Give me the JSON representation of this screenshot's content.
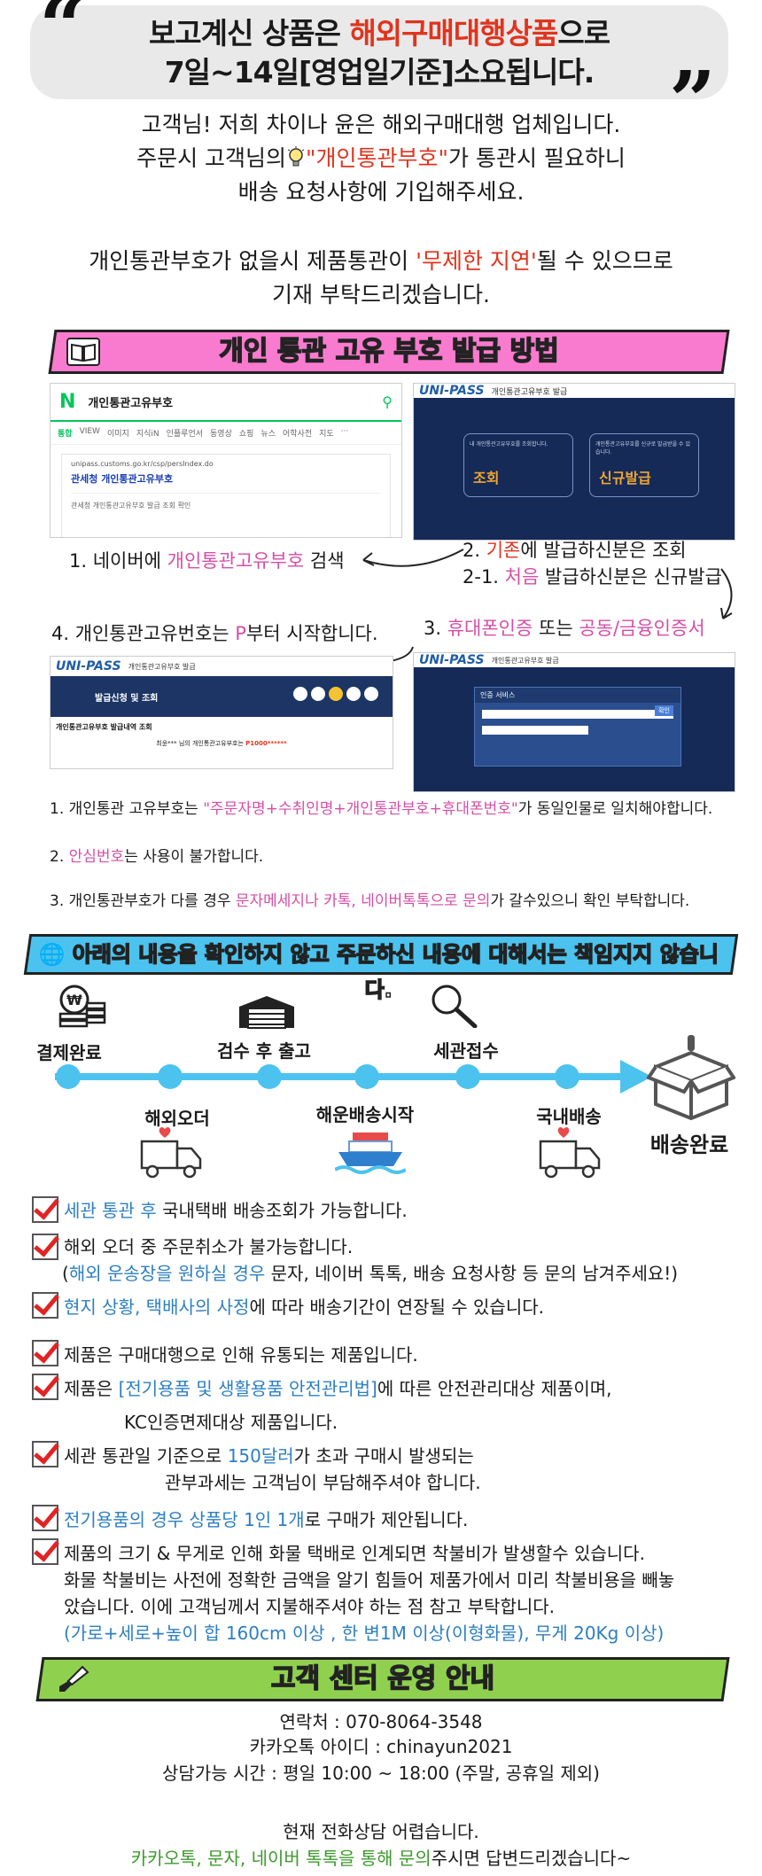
{
  "banner": {
    "line1_a": "보고계신 상품은 ",
    "line1_b": "해외구매대행상품",
    "line1_c": "으로",
    "line2": "7일~14일[영업일기준]소요됩니다."
  },
  "intro": {
    "line1": "고객님! 저희 차이나 윤은 해외구매대행 업체입니다.",
    "line2_a": "주문시 고객님의",
    "line2_b": "\"개인통관부호\"",
    "line2_c": "가 통관시 필요하니",
    "line3": "배송 요청사항에 기입해주세요.",
    "line4_a": "개인통관부호가 없을시 제품통관이 ",
    "line4_b": "'무제한 지연'",
    "line4_c": "될 수 있으므로",
    "line5": "기재 부탁드리겠습니다."
  },
  "section1": {
    "title": "개인 통관 고유 부호 발급 방법",
    "naver": {
      "logo": "N",
      "query": "개인통관고유부호",
      "tabs": [
        "통합",
        "VIEW",
        "이미지",
        "지식iN",
        "인플루언서",
        "동영상",
        "쇼핑",
        "뉴스",
        "어학사전",
        "지도",
        "···"
      ],
      "result_url": "unipass.customs.go.kr/csp/persIndex.do",
      "result_title": "관세청 개인통관고유부호",
      "result_desc": "관세청 개인통관고유부호 발급 조회 확인"
    },
    "unipass": {
      "logo": "UNI-PASS",
      "header": "개인통관고유부호 발급",
      "btn_lookup": "조회",
      "btn_new": "신규발급",
      "btn_lookup_desc": "내 개인통관고유부호를 조회합니다.",
      "btn_new_desc": "개인통관고유부호를 신규로 발급받을 수 있습니다."
    },
    "steps": {
      "s1_a": "1. 네이버에 ",
      "s1_b": "개인통관고유부호",
      "s1_c": " 검색",
      "s2_a": "2. ",
      "s2_b": "기존",
      "s2_c": "에 발급하신분은 조회",
      "s21_a": "2-1. ",
      "s21_b": "처음",
      "s21_c": " 발급하신분은 신규발급",
      "s3_a": "3. ",
      "s3_b": "휴대폰인증",
      "s3_c": " 또는 ",
      "s3_d": "공동/금융인증서",
      "s4_a": "4. 개인통관고유번호는 ",
      "s4_b": "P",
      "s4_c": "부터 시작합니다."
    },
    "result_shot": {
      "header": "개인통관고유부호 발급",
      "badge": "발급신청 및 조회",
      "caption": "개인통관고유부호 발급내역 조회",
      "line": "최윤*** 님의 개인통관고유부호는",
      "code": "P1000******"
    },
    "cert_shot": {
      "header": "개인통관고유부호 발급",
      "dialog": "인증 서비스",
      "ok": "확인"
    },
    "notes": {
      "n1_a": "1. 개인통관 고유부호는 ",
      "n1_b": "\"주문자명+수취인명+개인통관부호+휴대폰번호\"",
      "n1_c": "가 동일인물로 일치해야합니다.",
      "n2_a": "2. ",
      "n2_b": "안심번호",
      "n2_c": "는 사용이 불가합니다.",
      "n3_a": "3. 개인통관부호가 다를 경우 ",
      "n3_b": "문자메세지나 카톡, 네이버톡톡으로 문의",
      "n3_c": "가 갈수있으니 확인 부탁합니다."
    }
  },
  "section2": {
    "title": "아래의 내용을 확인하지 않고 주문하신 내용에 대해서는 책임지지 않습니다."
  },
  "timeline": {
    "top": [
      "결제완료",
      "검수 후 출고",
      "세관접수"
    ],
    "bottom": [
      "해외오더",
      "해운배송시작",
      "국내배송"
    ],
    "final": "배송완료"
  },
  "checklist": {
    "c1_a": "세관 통관 후",
    "c1_b": " 국내택배 배송조회가 가능합니다.",
    "c2": "해외 오더 중 주문취소가 불가능합니다.",
    "c2_sub_a": "(",
    "c2_sub_b": "해외 운송장을 원하실 경우",
    "c2_sub_c": " 문자, 네이버 톡톡, 배송 요청사항 등 문의 남겨주세요!)",
    "c3_a": "현지 상황, 택배사의 사정",
    "c3_b": "에 따라 배송기간이 연장될 수 있습니다.",
    "c4": "제품은 구매대행으로 인해 유통되는 제품입니다.",
    "c5_a": "제품은 ",
    "c5_b": "[전기용품 및 생활용품 안전관리법]",
    "c5_c": "에 따른 안전관리대상 제품이며,",
    "c5_sub": "KC인증면제대상 제품입니다.",
    "c6_a": "세관 통관일 기준으로 ",
    "c6_b": "150달러",
    "c6_c": "가 초과 구매시 발생되는",
    "c6_sub": "관부과세는 고객님이 부담해주셔야 합니다.",
    "c7_a": "전기용품의 경우 상품당 1인 1개",
    "c7_b": "로 구매가 제안됩니다.",
    "c8_1": "제품의 크기 & 무게로 인해 화물 택배로 인계되면 착불비가 발생할수 있습니다.",
    "c8_2": "화물 착불비는 사전에 정확한 금액을 알기 힘들어 제품가에서 미리 착불비용을 빼놓",
    "c8_3": "았습니다.   이에 고객님께서 지불해주셔야 하는 점 참고 부탁합니다.",
    "c8_4": "(가로+세로+높이 합 160cm 이상 , 한 변1M 이상(이형화물), 무게 20Kg 이상)"
  },
  "section3": {
    "title": "고객 센터 운영 안내",
    "contact": "연락처 : 070-8064-3548",
    "kakao": "카카오톡 아이디 : chinayun2021",
    "hours": "상담가능 시간 : 평일 10:00 ~ 18:00 (주말, 공휴일 제외)",
    "notice1": "현재 전화상담 어렵습니다.",
    "notice2_a": "카카오톡, 문자, 네이버 톡톡을 통해 문의",
    "notice2_b": "주시면 답변드리겠습니다~"
  },
  "colors": {
    "red": "#e0341e",
    "pink": "#d64ea6",
    "blue": "#2d7fc1",
    "green": "#3e9a2e",
    "banner_pink": "#f97bcf",
    "banner_blue": "#4cc3ee",
    "banner_green": "#8fd14f"
  }
}
